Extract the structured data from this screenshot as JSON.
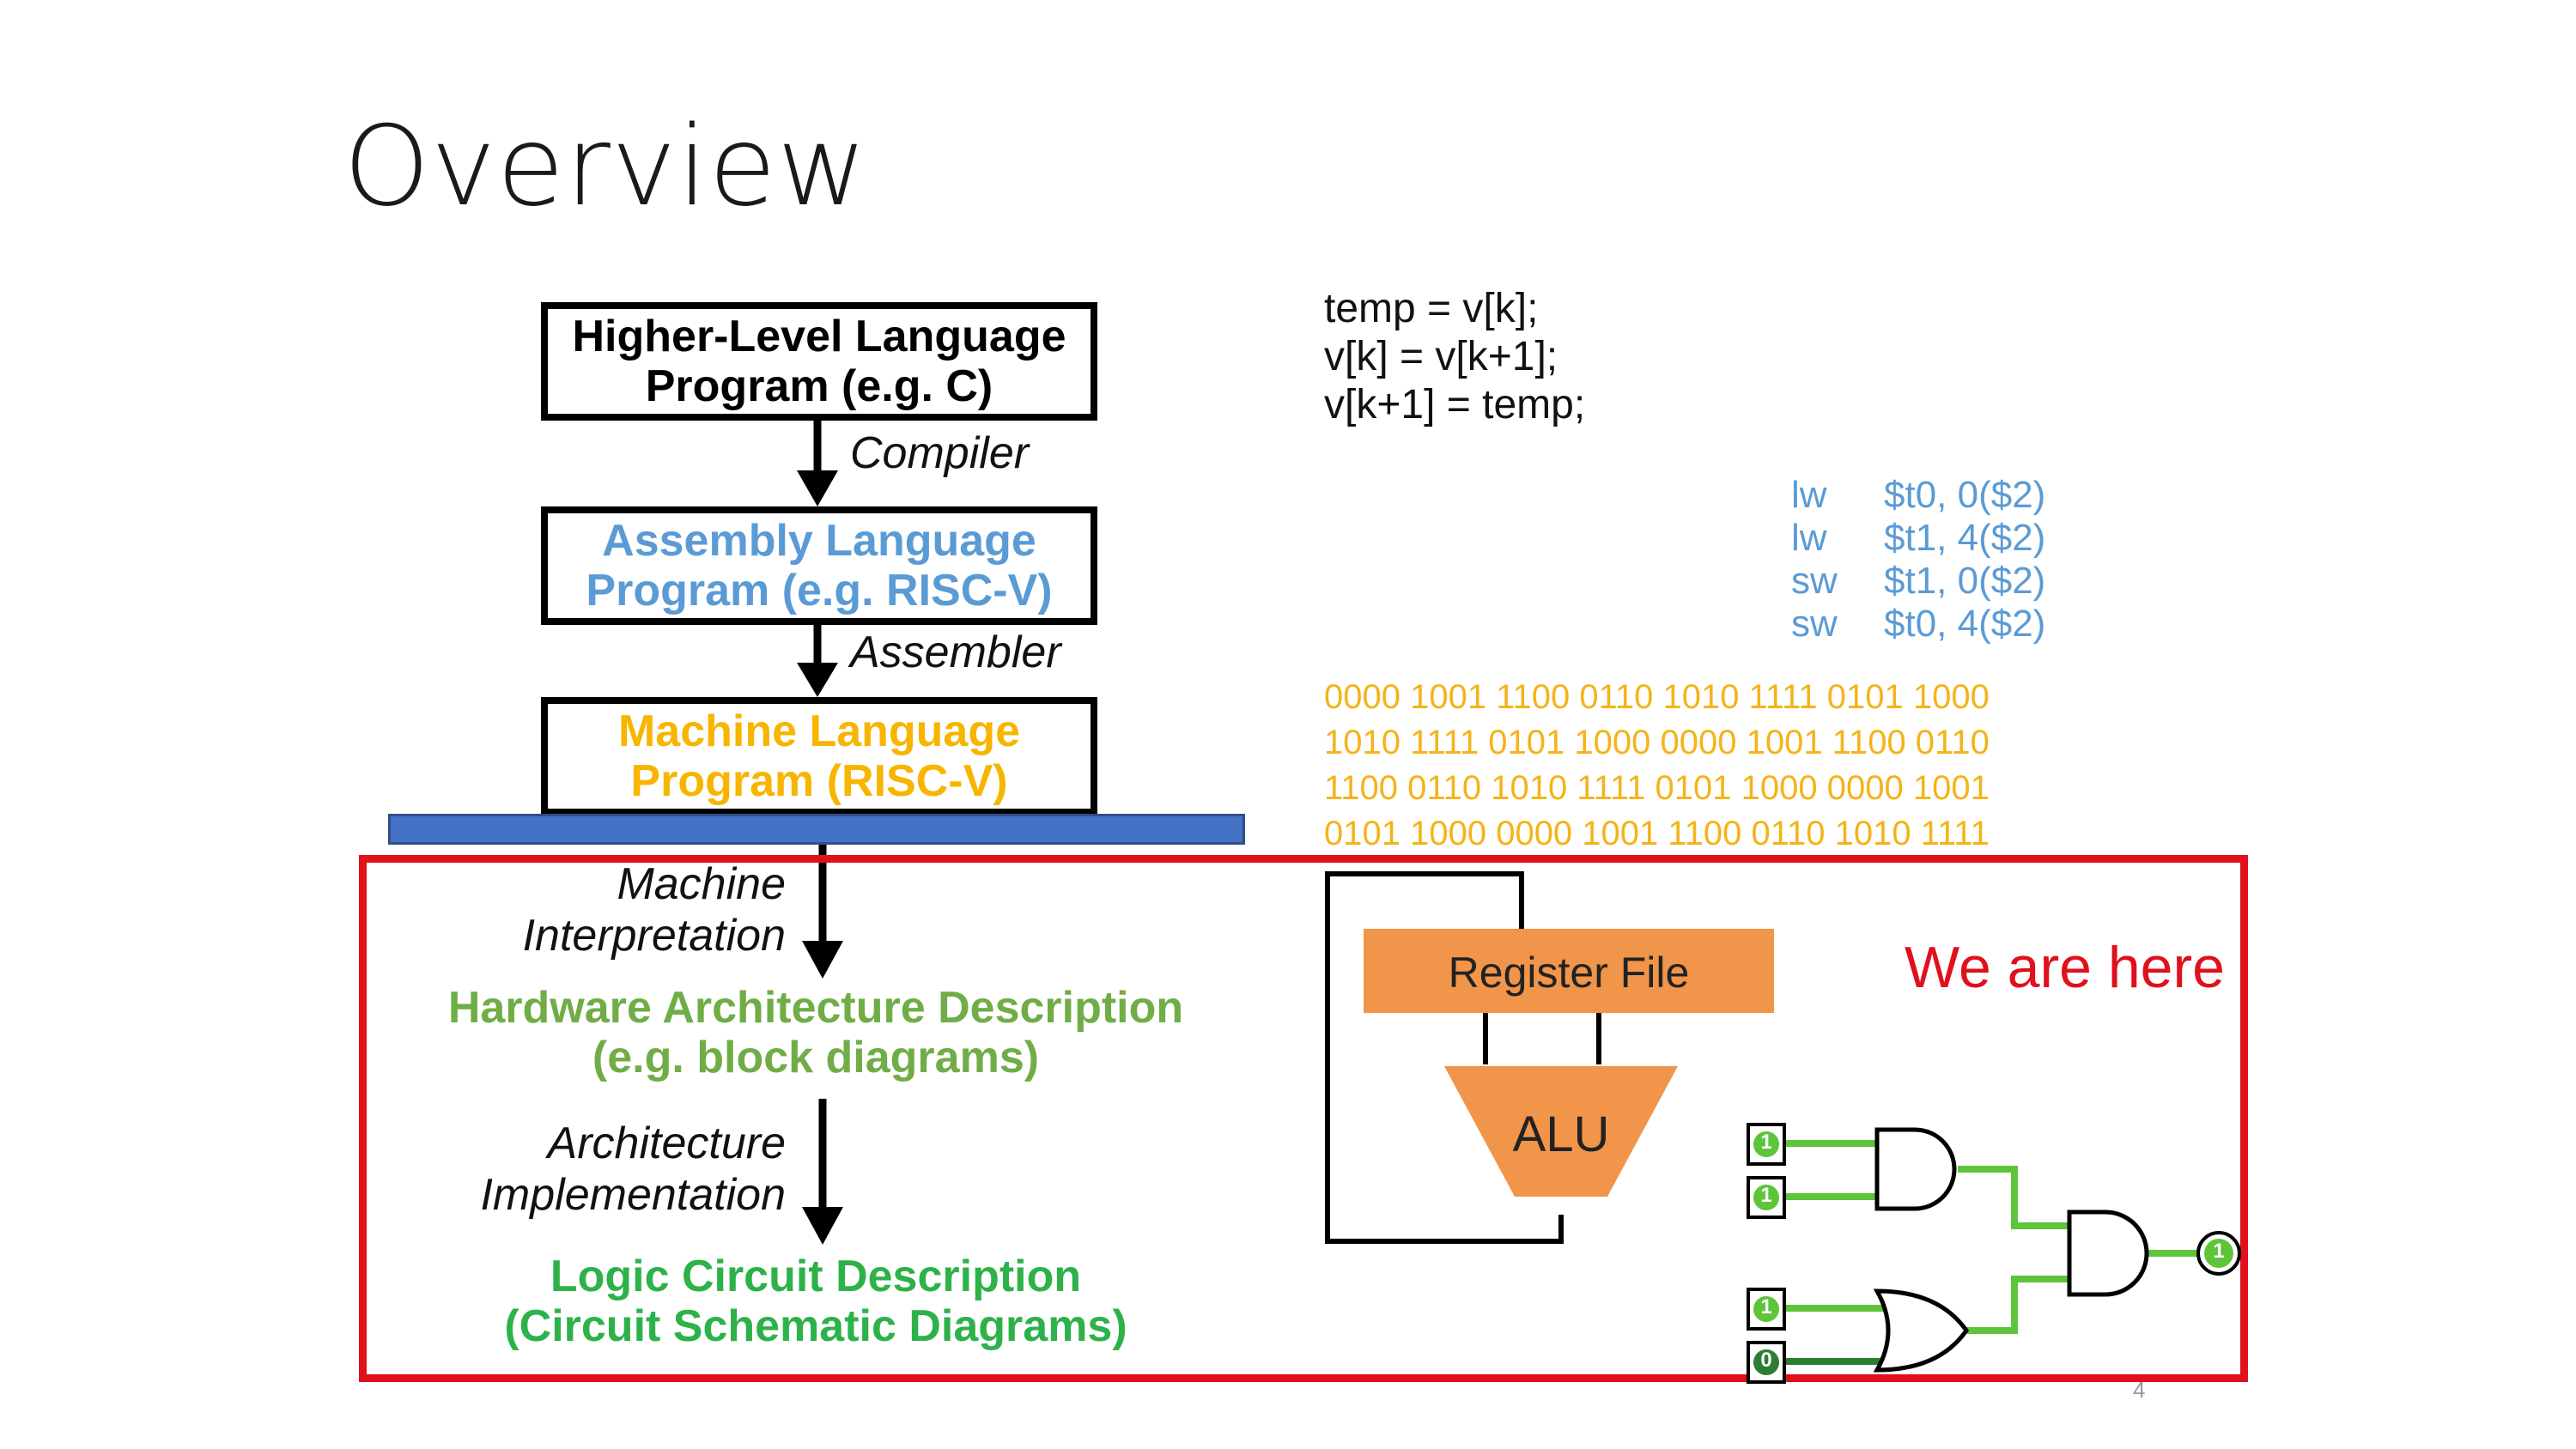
{
  "slide": {
    "title": "Overview",
    "page_number": "4",
    "highlight_label": "We are here"
  },
  "flow": {
    "box1": {
      "line1": "Higher-Level Language",
      "line2": "Program (e.g.  C)"
    },
    "arrow1_label": "Compiler",
    "box2": {
      "line1": "Assembly Language",
      "line2": "Program (e.g.  RISC-V)"
    },
    "arrow2_label": "Assembler",
    "box3": {
      "line1": "Machine Language",
      "line2": "Program (RISC-V)"
    },
    "arrow3_label": {
      "line1": "Machine",
      "line2": "Interpretation"
    },
    "stage4": {
      "line1": "Hardware Architecture Description",
      "line2": "(e.g.  block diagrams)"
    },
    "arrow4_label": {
      "line1": "Architecture",
      "line2": "Implementation"
    },
    "stage5": {
      "line1": "Logic Circuit Description",
      "line2": "(Circuit Schematic Diagrams)"
    }
  },
  "code": {
    "c_lines": [
      "temp = v[k];",
      "v[k] = v[k+1];",
      "v[k+1] = temp;"
    ],
    "asm_lines": [
      {
        "op": "lw",
        "args": "$t0, 0($2)"
      },
      {
        "op": "lw",
        "args": "$t1, 4($2)"
      },
      {
        "op": "sw",
        "args": "$t1, 0($2)"
      },
      {
        "op": "sw",
        "args": "$t0, 4($2)"
      }
    ],
    "binary_lines": [
      "0000 1001 1100 0110 1010 1111 0101 1000",
      "1010 1111 0101 1000 0000 1001 1100 0110",
      "1100 0110 1010 1111 0101 1000 0000 1001",
      "0101 1000 0000 1001 1100 0110 1010 1111"
    ]
  },
  "hardware": {
    "register_file_label": "Register File",
    "alu_label": "ALU"
  },
  "circuit": {
    "inputs": [
      "1",
      "1",
      "1",
      "0"
    ],
    "output": "1"
  },
  "colors": {
    "highlight_border": "#e0101c",
    "bus_bar": "#4472c4",
    "orange_block": "#f0954a",
    "wire_green": "#5ec43a"
  }
}
